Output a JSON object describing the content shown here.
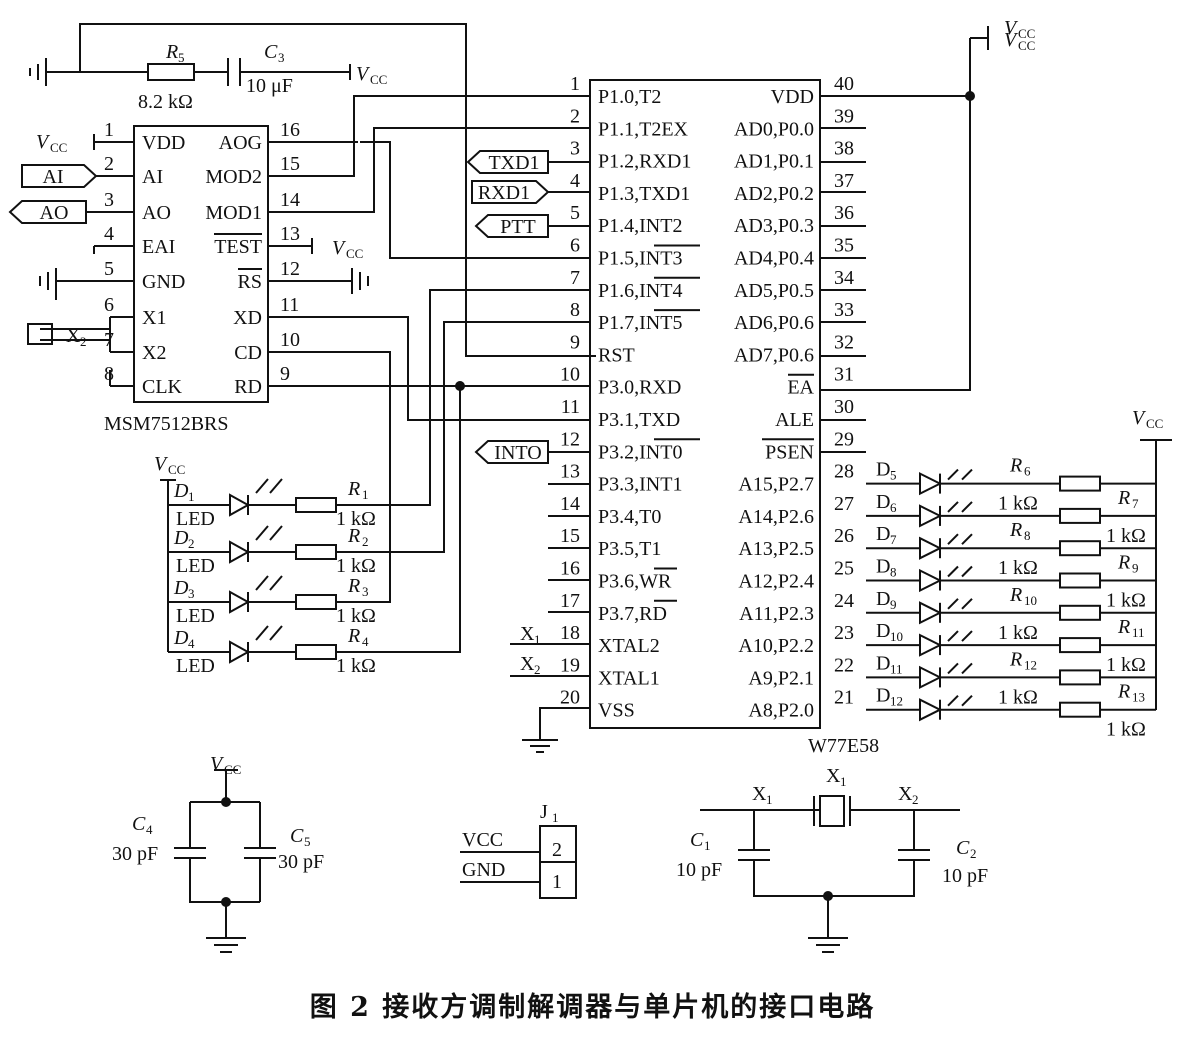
{
  "caption": "图 2   接收方调制解调器与单片机的接口电路",
  "labels": {
    "vcc_main": "V",
    "vcc_sub": "CC",
    "r5": "R",
    "r5_sub": "5",
    "r5_value": "8.2 kΩ",
    "c3": "C",
    "c3_sub": "3",
    "c3_value": "10 μF",
    "modem_name": "MSM7512BRS",
    "mcu_name": "W77E58",
    "x2": "X",
    "x2_sub": "2",
    "led": "LED",
    "r_value": "1 kΩ",
    "j1": "J",
    "j1_sub": "1",
    "j1_vcc": "VCC",
    "j1_gnd": "GND",
    "j1_pin2": "2",
    "j1_pin1": "1",
    "c4": "C",
    "c4_sub": "4",
    "c4_value": "30 pF",
    "c5": "C",
    "c5_sub": "5",
    "c5_value": "30 pF",
    "c1": "C",
    "c1_sub": "1",
    "c1_value": "10 pF",
    "c2": "C",
    "c2_sub": "2",
    "c2_value": "10 pF",
    "x1": "X",
    "x1_sub": "1",
    "xtal_x1": "X",
    "xtal_x1_sub": "1",
    "xtal_x2": "X",
    "xtal_x2_sub": "2",
    "mcu_x1": "X",
    "mcu_x1_sub": "1",
    "mcu_x2": "X",
    "mcu_x2_sub": "2"
  },
  "modem_pins_left": [
    {
      "num": "1",
      "name": "VDD"
    },
    {
      "num": "2",
      "name": "AI"
    },
    {
      "num": "3",
      "name": "AO"
    },
    {
      "num": "4",
      "name": "EAI"
    },
    {
      "num": "5",
      "name": "GND"
    },
    {
      "num": "6",
      "name": "X1"
    },
    {
      "num": "7",
      "name": "X2"
    },
    {
      "num": "8",
      "name": "CLK"
    }
  ],
  "modem_pins_right": [
    {
      "num": "16",
      "name": "AOG"
    },
    {
      "num": "15",
      "name": "MOD2"
    },
    {
      "num": "14",
      "name": "MOD1"
    },
    {
      "num": "13",
      "name": "TEST"
    },
    {
      "num": "12",
      "name": "RS"
    },
    {
      "num": "11",
      "name": "XD"
    },
    {
      "num": "10",
      "name": "CD"
    },
    {
      "num": "9",
      "name": "RD"
    }
  ],
  "mcu_pins_left": [
    {
      "num": "1",
      "name": "P1.0,T2"
    },
    {
      "num": "2",
      "name": "P1.1,T2EX"
    },
    {
      "num": "3",
      "name": "P1.2,RXD1"
    },
    {
      "num": "4",
      "name": "P1.3,TXD1"
    },
    {
      "num": "5",
      "name": "P1.4,INT2"
    },
    {
      "num": "6",
      "name": "P1.5,INT3"
    },
    {
      "num": "7",
      "name": "P1.6,INT4"
    },
    {
      "num": "8",
      "name": "P1.7,INT5"
    },
    {
      "num": "9",
      "name": "RST"
    },
    {
      "num": "10",
      "name": "P3.0,RXD"
    },
    {
      "num": "11",
      "name": "P3.1,TXD"
    },
    {
      "num": "12",
      "name": "P3.2,INT0"
    },
    {
      "num": "13",
      "name": "P3.3,INT1"
    },
    {
      "num": "14",
      "name": "P3.4,T0"
    },
    {
      "num": "15",
      "name": "P3.5,T1"
    },
    {
      "num": "16",
      "name": "P3.6,WR"
    },
    {
      "num": "17",
      "name": "P3.7,RD"
    },
    {
      "num": "18",
      "name": "XTAL2"
    },
    {
      "num": "19",
      "name": "XTAL1"
    },
    {
      "num": "20",
      "name": "VSS"
    }
  ],
  "mcu_pins_right": [
    {
      "num": "40",
      "name": "VDD"
    },
    {
      "num": "39",
      "name": "AD0,P0.0"
    },
    {
      "num": "38",
      "name": "AD1,P0.1"
    },
    {
      "num": "37",
      "name": "AD2,P0.2"
    },
    {
      "num": "36",
      "name": "AD3,P0.3"
    },
    {
      "num": "35",
      "name": "AD4,P0.4"
    },
    {
      "num": "34",
      "name": "AD5,P0.5"
    },
    {
      "num": "33",
      "name": "AD6,P0.6"
    },
    {
      "num": "32",
      "name": "AD7,P0.6"
    },
    {
      "num": "31",
      "name": "EA"
    },
    {
      "num": "30",
      "name": "ALE"
    },
    {
      "num": "29",
      "name": "PSEN"
    },
    {
      "num": "28",
      "name": "A15,P2.7"
    },
    {
      "num": "27",
      "name": "A14,P2.6"
    },
    {
      "num": "26",
      "name": "A13,P2.5"
    },
    {
      "num": "25",
      "name": "A12,P2.4"
    },
    {
      "num": "24",
      "name": "A11,P2.3"
    },
    {
      "num": "23",
      "name": "A10,P2.2"
    },
    {
      "num": "22",
      "name": "A9,P2.1"
    },
    {
      "num": "21",
      "name": "A8,P2.0"
    }
  ],
  "ports": [
    {
      "text": "AI"
    },
    {
      "text": "AO"
    },
    {
      "text": "TXD1"
    },
    {
      "text": "RXD1"
    },
    {
      "text": "PTT"
    },
    {
      "text": "INTO"
    }
  ],
  "left_leds": [
    {
      "d": "D",
      "d_sub": "1",
      "r": "R",
      "r_sub": "1"
    },
    {
      "d": "D",
      "d_sub": "2",
      "r": "R",
      "r_sub": "2"
    },
    {
      "d": "D",
      "d_sub": "3",
      "r": "R",
      "r_sub": "3"
    },
    {
      "d": "D",
      "d_sub": "4",
      "r": "R",
      "r_sub": "4"
    }
  ],
  "right_leds": [
    {
      "d": "D",
      "d_sub": "5",
      "r": "R",
      "r_sub": "6"
    },
    {
      "d": "D",
      "d_sub": "6",
      "r": "R",
      "r_sub": "7"
    },
    {
      "d": "D",
      "d_sub": "7",
      "r": "R",
      "r_sub": "8"
    },
    {
      "d": "D",
      "d_sub": "8",
      "r": "R",
      "r_sub": "9"
    },
    {
      "d": "D",
      "d_sub": "9",
      "r": "R",
      "r_sub": "10"
    },
    {
      "d": "D",
      "d_sub": "10",
      "r": "R",
      "r_sub": "11"
    },
    {
      "d": "D",
      "d_sub": "11",
      "r": "R",
      "r_sub": "12"
    },
    {
      "d": "D",
      "d_sub": "12",
      "r": "R",
      "r_sub": "13"
    }
  ]
}
